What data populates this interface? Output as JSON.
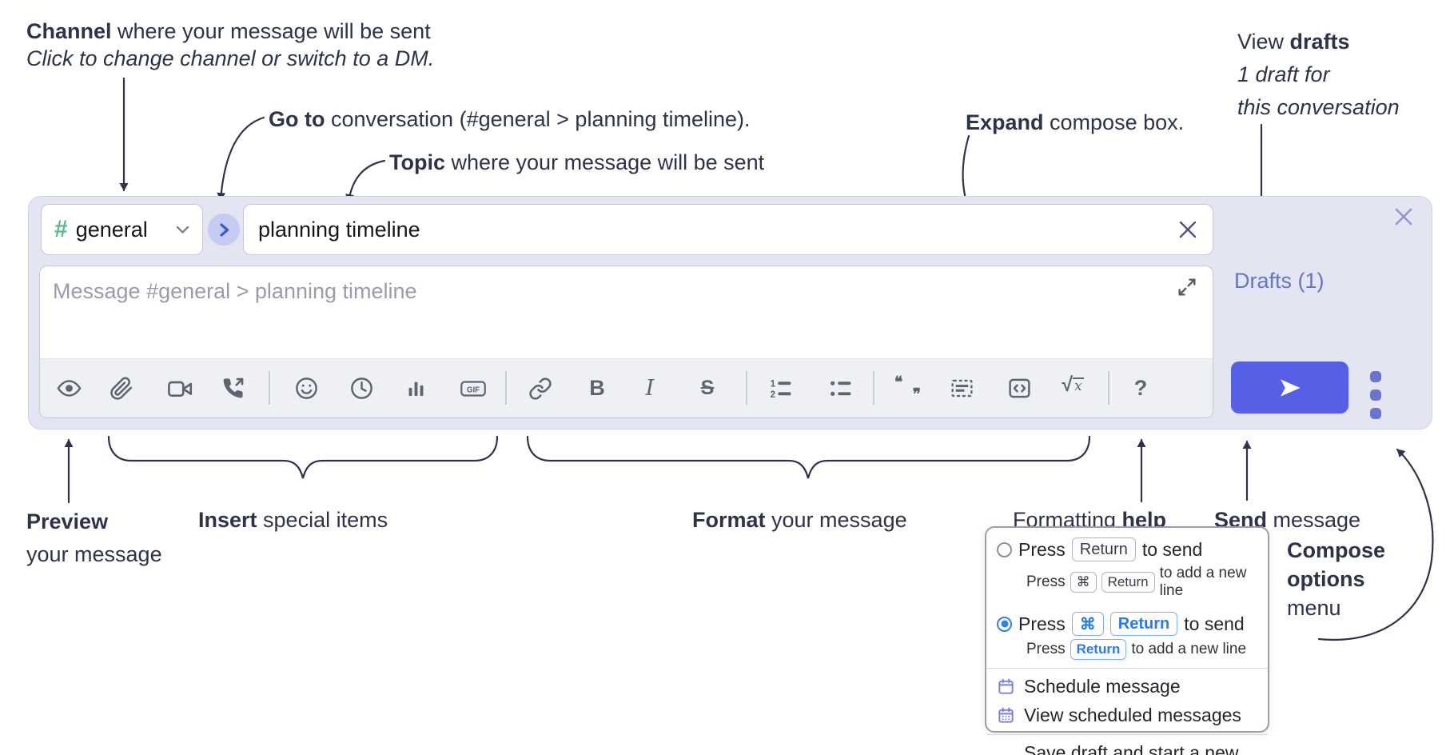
{
  "annotations": {
    "channel": {
      "bold": "Channel",
      "rest": " where your message will be sent",
      "line2": "Click to change channel or switch to a DM."
    },
    "goto": {
      "bold": "Go to",
      "rest": " conversation (#general > planning timeline)."
    },
    "topic": {
      "bold": "Topic",
      "rest": " where your message will be sent"
    },
    "expand": {
      "bold": "Expand",
      "rest": " compose box."
    },
    "drafts": {
      "pre": "View ",
      "bold": "drafts",
      "line2": "1 draft for",
      "line3": "this conversation"
    },
    "preview": {
      "bold": "Preview",
      "line2": "your message"
    },
    "insert": {
      "bold": "Insert",
      "rest": " special items"
    },
    "format": {
      "bold": "Format",
      "rest": " your message"
    },
    "formatting_help": {
      "pre": "Formatting ",
      "bold": "help"
    },
    "send": {
      "bold": "Send",
      "rest": " message"
    },
    "compose_menu": {
      "line1": "Compose",
      "line2": "options",
      "line3": "menu"
    }
  },
  "compose": {
    "channel": {
      "hash": "#",
      "name": "general"
    },
    "topic": {
      "value": "planning timeline"
    },
    "message": {
      "placeholder": "Message #general > planning timeline"
    },
    "drafts_link": "Drafts (1)",
    "toolbar_icons": [
      "preview",
      "attach-file",
      "video-call",
      "audio-call",
      "emoji",
      "time",
      "poll",
      "gif",
      "link",
      "bold",
      "italic",
      "strikethrough",
      "numbered-list",
      "bulleted-list",
      "quote",
      "spoiler",
      "code",
      "math",
      "help"
    ],
    "glyphs": {
      "bold": "B",
      "italic": "I",
      "strike": "S",
      "gif": "GIF",
      "help": "?",
      "quote_open": "❝",
      "quote_close": "❞",
      "math_radical": "√",
      "math_x": "x"
    }
  },
  "menu": {
    "options": [
      {
        "selected": false,
        "press": "Press",
        "key1": "Return",
        "suffix": "to send",
        "sub": {
          "press": "Press",
          "key1": "⌘",
          "key2": "Return",
          "suffix": "to add a new line"
        }
      },
      {
        "selected": true,
        "press": "Press",
        "key1": "⌘",
        "key2": "Return",
        "suffix": "to send",
        "sub": {
          "press": "Press",
          "key1": "Return",
          "suffix": "to add a new line"
        }
      }
    ],
    "items": [
      {
        "label": "Schedule message"
      },
      {
        "label": "View scheduled messages"
      },
      {
        "label": "Save draft and start a new message"
      }
    ]
  },
  "colors": {
    "ink": "#2f3349",
    "container_bg": "#e3e5f2",
    "accent_send": "#575fe6",
    "drafts_link": "#6574c4",
    "hash_green": "#5bb88a",
    "goto_blue": "#3a57d6",
    "key_blue": "#2b7de5",
    "radio_selected": "#2f80e8",
    "menu_icon_purple": "#7a7de2",
    "toolbar_icon": "#606470"
  }
}
